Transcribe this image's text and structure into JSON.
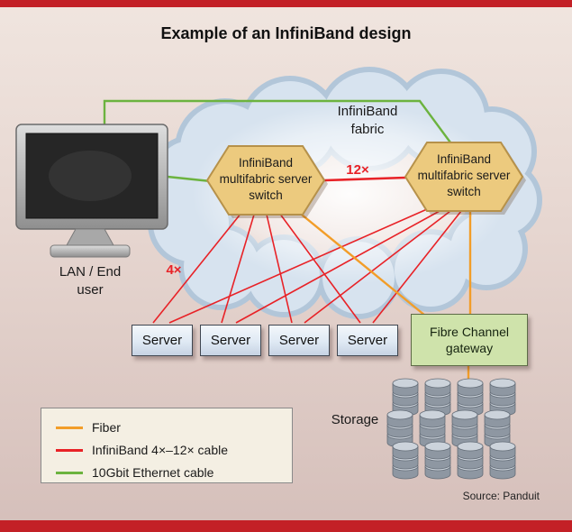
{
  "title": "Example of an InfiniBand design",
  "colors": {
    "rule": "#c32026",
    "fiber": "#f29d28",
    "ib": "#e82227",
    "eth": "#6cb33f",
    "hex": "#ecca7e",
    "hexborder": "#b6914a",
    "server": "#dfe9f4",
    "gateway": "#cfe3ab",
    "legendbg": "#f4efe3"
  },
  "cloud": {
    "label": "InfiniBand\nfabric"
  },
  "switch_left": {
    "label": "InfiniBand\nmultifabric server\nswitch"
  },
  "switch_right": {
    "label": "InfiniBand\nmultifabric server\nswitch"
  },
  "links": {
    "x12": "12×",
    "x4": "4×"
  },
  "lan_user": {
    "label": "LAN / End\nuser"
  },
  "servers": [
    "Server",
    "Server",
    "Server",
    "Server"
  ],
  "gateway": {
    "label": "Fibre Channel\ngateway"
  },
  "storage": {
    "label": "Storage"
  },
  "legend": {
    "items": [
      {
        "key": "fiber",
        "label": "Fiber"
      },
      {
        "key": "ib",
        "label": "InfiniBand 4×–12× cable"
      },
      {
        "key": "eth",
        "label": "10Gbit Ethernet cable"
      }
    ]
  },
  "source": "Source: Panduit"
}
